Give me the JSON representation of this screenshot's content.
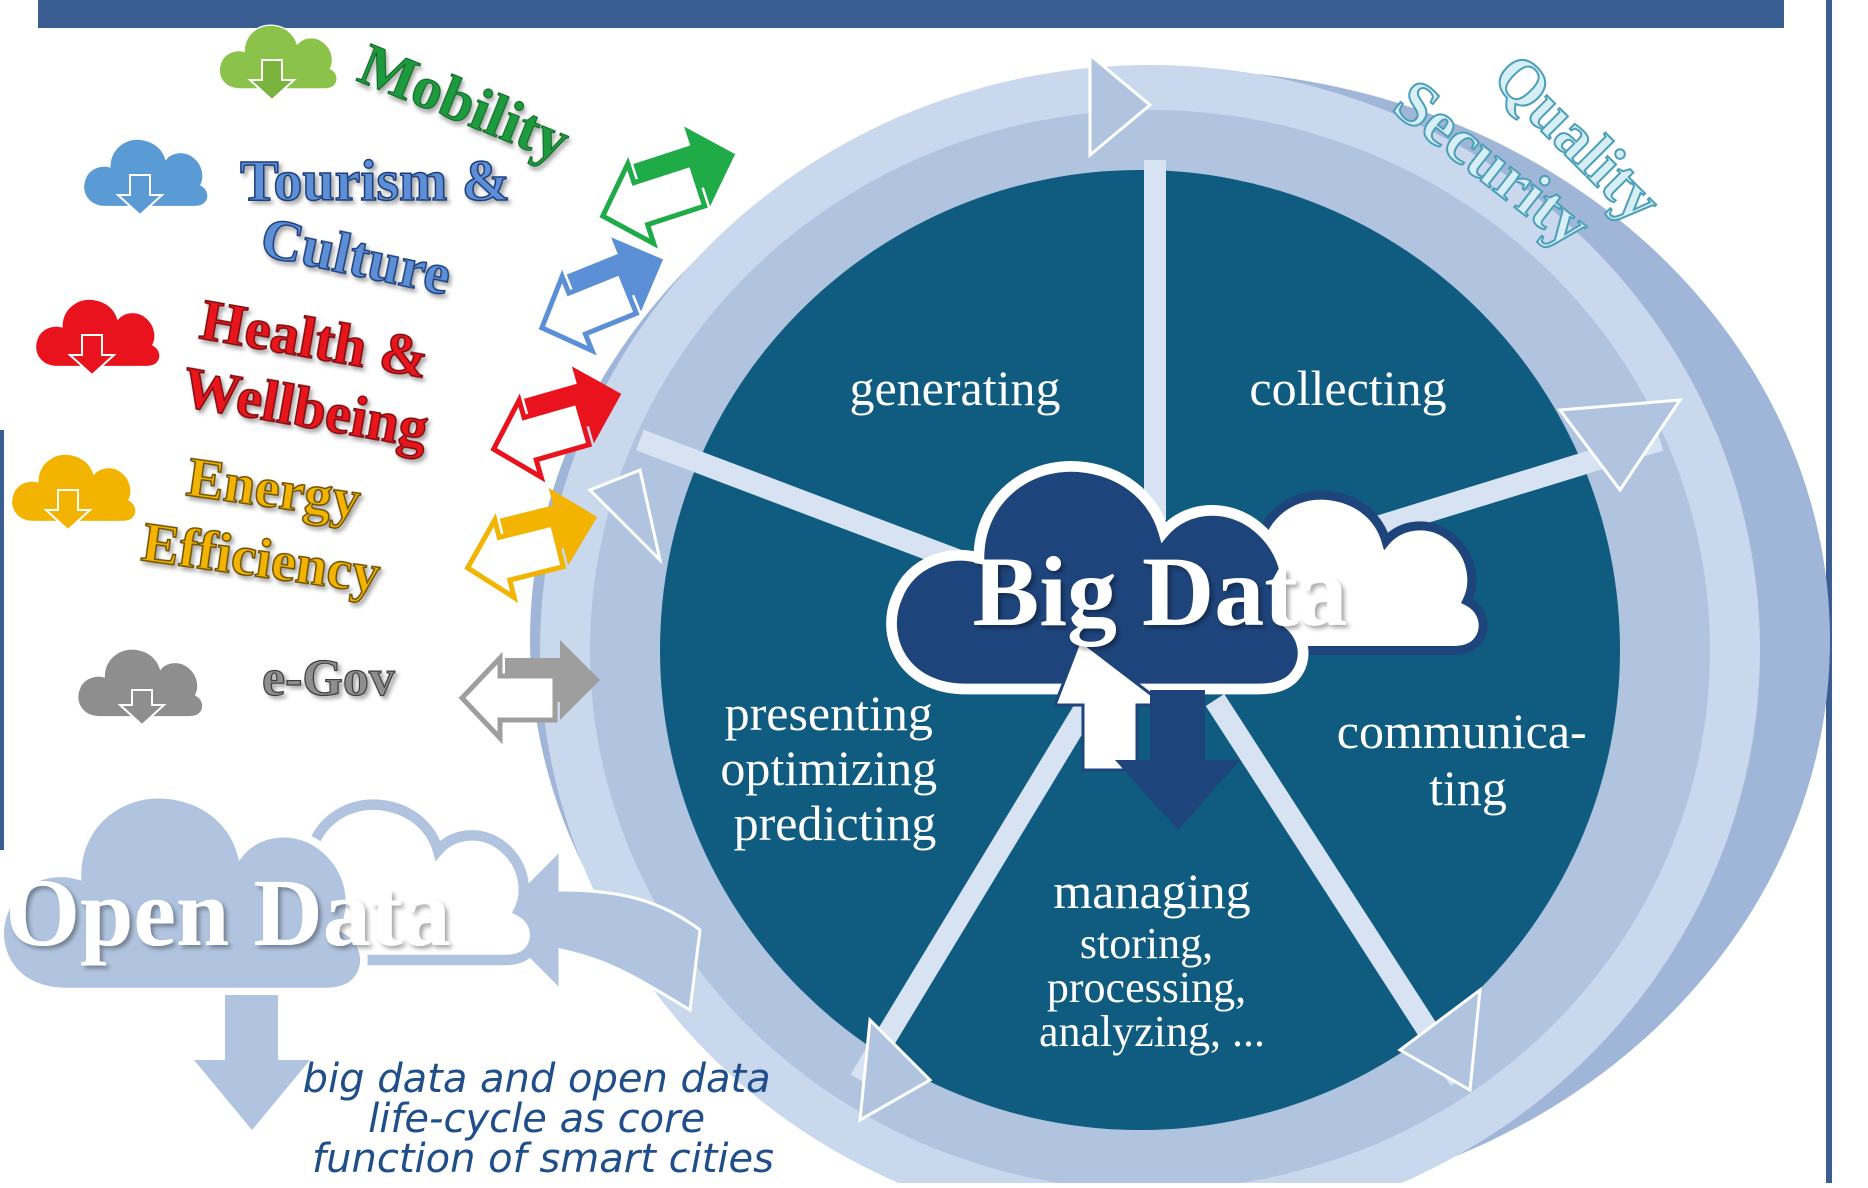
{
  "domains": [
    {
      "key": "mobility",
      "lines": [
        "Mobility"
      ],
      "color": "#1e9a3c"
    },
    {
      "key": "tourism",
      "lines": [
        "Tourism &",
        "Culture"
      ],
      "color": "#5b8fd6"
    },
    {
      "key": "health",
      "lines": [
        "Health &",
        "Wellbeing"
      ],
      "color": "#e8131d"
    },
    {
      "key": "energy",
      "lines": [
        "Energy",
        "Efficiency"
      ],
      "color": "#f2b400"
    },
    {
      "key": "egov",
      "lines": [
        "e-Gov"
      ],
      "color": "#8e8e8e"
    }
  ],
  "center": {
    "label": "Big Data"
  },
  "segments": {
    "generating": [
      "generating"
    ],
    "collecting": [
      "collecting"
    ],
    "communicating": [
      "communica-",
      "ting"
    ],
    "managing": [
      "managing"
    ],
    "managing_sub": [
      "storing,",
      "processing,",
      "analyzing, ..."
    ],
    "presenting": [
      "presenting",
      "optimizing",
      "predicting"
    ]
  },
  "ring_labels": {
    "quality": "Quality",
    "security": "Security"
  },
  "open_data": {
    "label": "Open Data"
  },
  "caption": [
    "big data and open data",
    "life-cycle as core",
    "function of smart cities"
  ],
  "colors": {
    "banner": "#3a5e91",
    "wheel": "#0f5c80",
    "ring": "#aec2dc",
    "dark_cloud": "#1e447c",
    "text_blue": "#1f4e8a"
  }
}
